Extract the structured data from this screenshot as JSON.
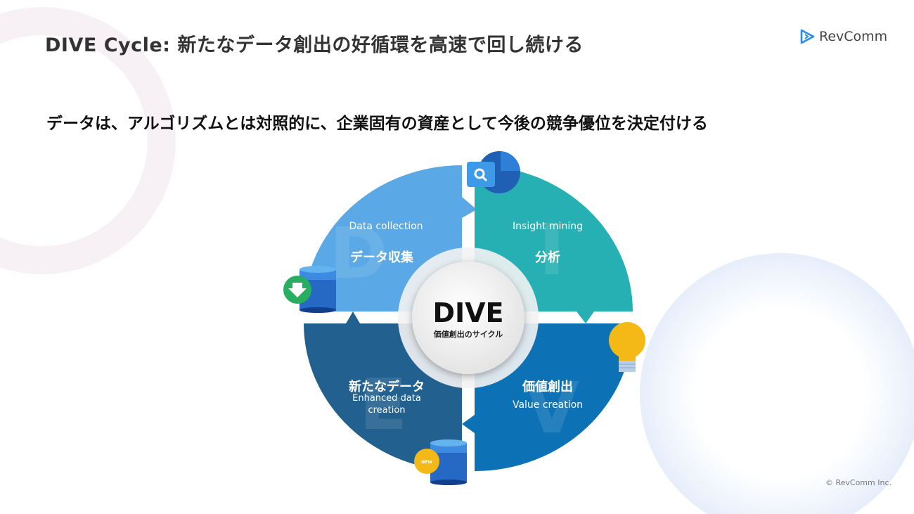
{
  "header": {
    "title": "DIVE Cycle: 新たなデータ創出の好循環を高速で回し続ける",
    "logo": "RevComm"
  },
  "subtitle": "データは、アルゴリズムとは対照的に、企業固有の資産として今後の競争優位を決定付ける",
  "diagram": {
    "center": {
      "title": "DIVE",
      "caption": "価値創出のサイクル"
    },
    "quadrants": [
      {
        "letter": "D",
        "en": "Data collection",
        "ja": "データ収集",
        "color": "#5aa9e6",
        "icon": "database-download-icon"
      },
      {
        "letter": "I",
        "en": "Insight mining",
        "ja": "分析",
        "color": "#26b0b3",
        "icon": "search-chart-icon"
      },
      {
        "letter": "V",
        "en": "Value creation",
        "ja": "価値創出",
        "color": "#0d72b5",
        "icon": "lightbulb-icon"
      },
      {
        "letter": "E",
        "en_line1": "Enhanced data",
        "en_line2": "creation",
        "ja": "新たなデータ",
        "color": "#22608f",
        "icon": "database-new-icon",
        "badge": "NEW"
      }
    ]
  },
  "footer": {
    "copyright": "© RevComm Inc."
  }
}
